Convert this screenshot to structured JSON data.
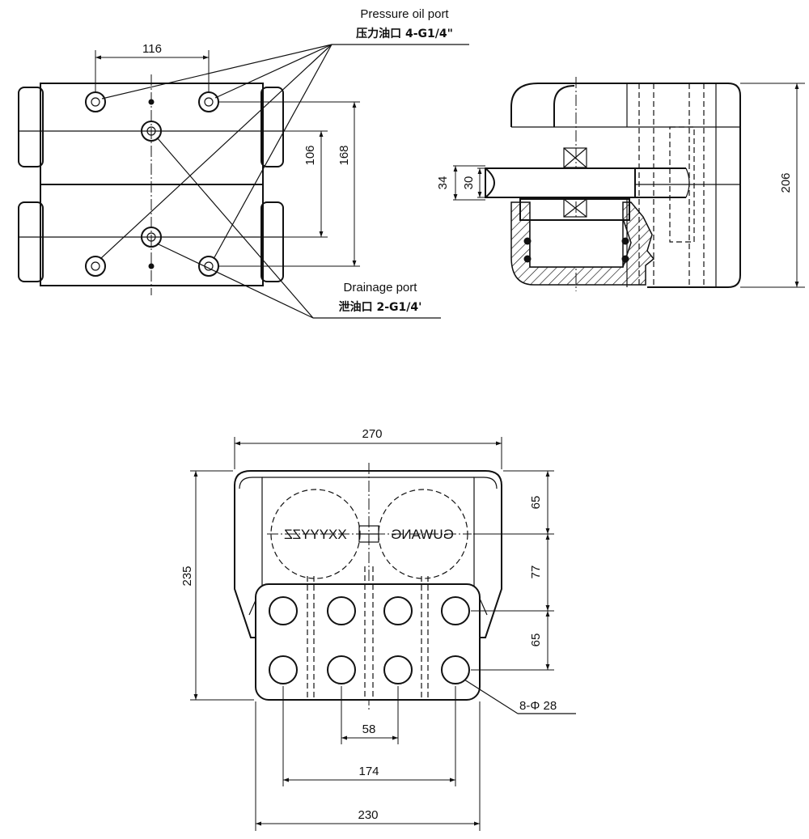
{
  "callouts": {
    "pressure_en": "Pressure oil port",
    "pressure_cn": "压力油口 4-G1/4\"",
    "drain_en": "Drainage port",
    "drain_cn": "泄油口 2-G1/4'"
  },
  "dimensions": {
    "d116": "116",
    "d106": "106",
    "d168": "168",
    "d34": "34",
    "d30": "30",
    "d206": "206",
    "d270": "270",
    "d235": "235",
    "d65a": "65",
    "d77": "77",
    "d65b": "65",
    "d58": "58",
    "d174": "174",
    "d230": "230",
    "holes": "8-Φ 28"
  },
  "embossing": {
    "left": "XXYYYZZ",
    "right": "GUWANG"
  }
}
